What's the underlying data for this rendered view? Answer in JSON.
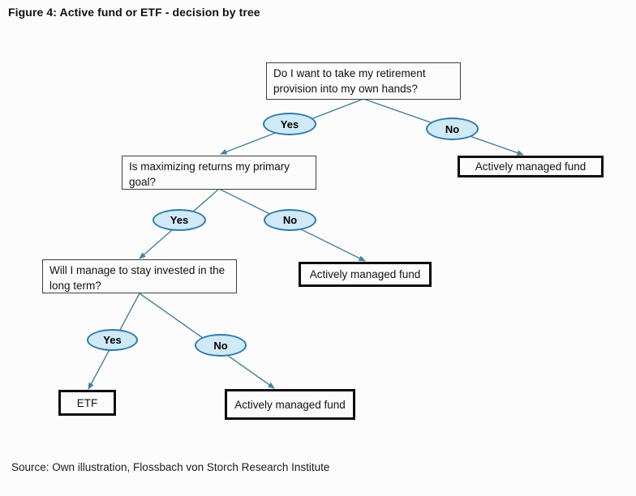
{
  "figure": {
    "title": "Figure 4: Active fund or ETF - decision by tree"
  },
  "source_caption": "Source: Own illustration, Flossbach von Storch Research Institute",
  "colors": {
    "oval_fill": "#cfe9f7",
    "oval_border": "#2e7ca8",
    "connector": "#47809c",
    "question_border": "#3f3f3f",
    "outcome_border": "#0d0d0d",
    "background": "#fcfcfc",
    "text": "#111111"
  },
  "diagram": {
    "type": "decision-tree",
    "branch_labels": {
      "yes": "Yes",
      "no": "No"
    },
    "questions": [
      {
        "id": "q1",
        "text": "Do I want to take my retirement provision into my own hands?"
      },
      {
        "id": "q2",
        "text": "Is maximizing returns my primary goal?"
      },
      {
        "id": "q3",
        "text": "Will I manage to stay invested in the long term?"
      }
    ],
    "outcomes": [
      {
        "id": "q1-no",
        "text": "Actively managed fund"
      },
      {
        "id": "q2-no",
        "text": "Actively managed fund"
      },
      {
        "id": "q3-yes",
        "text": "ETF"
      },
      {
        "id": "q3-no",
        "text": "Actively managed fund"
      }
    ],
    "edges": [
      {
        "from": "q1",
        "label": "Yes",
        "to": "q2"
      },
      {
        "from": "q1",
        "label": "No",
        "to": "Actively managed fund"
      },
      {
        "from": "q2",
        "label": "Yes",
        "to": "q3"
      },
      {
        "from": "q2",
        "label": "No",
        "to": "Actively managed fund"
      },
      {
        "from": "q3",
        "label": "Yes",
        "to": "ETF"
      },
      {
        "from": "q3",
        "label": "No",
        "to": "Actively managed fund"
      }
    ]
  }
}
